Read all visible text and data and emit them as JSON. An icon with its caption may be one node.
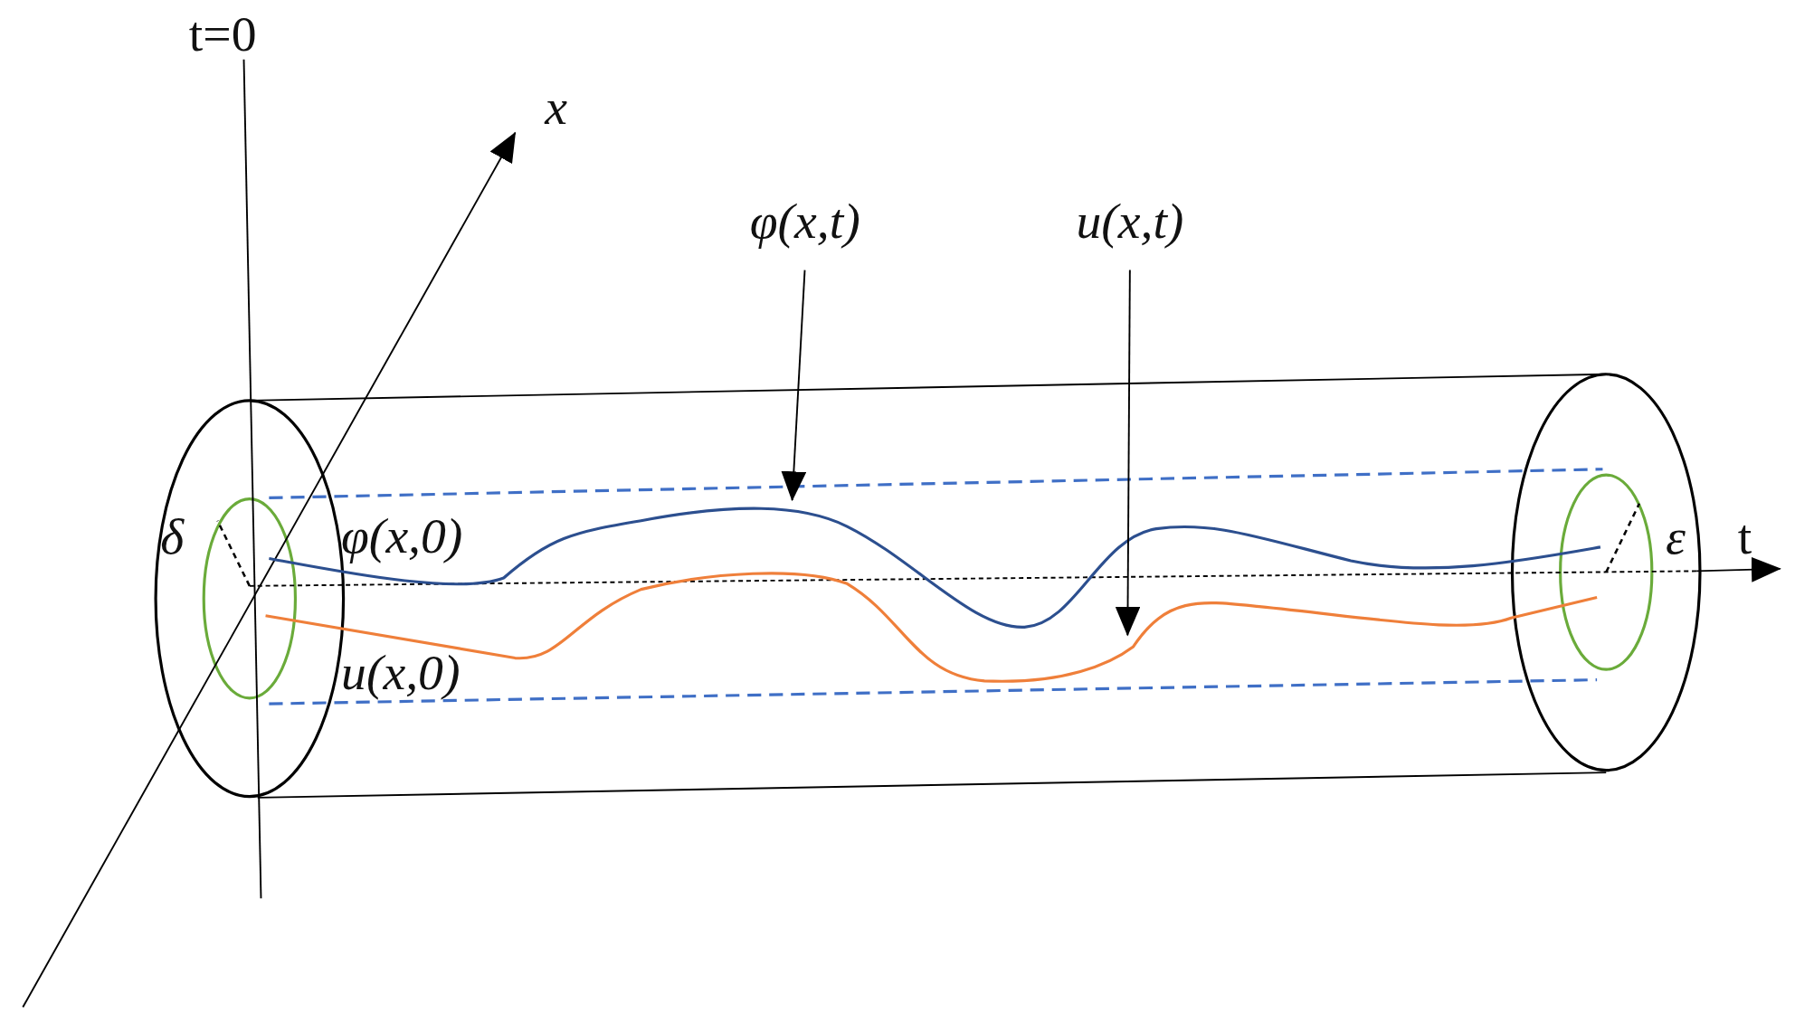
{
  "diagram": {
    "nodes": [
      {
        "text": [
          "φ(x,t)"
        ]
      },
      {
        "text": [],
        "shape": "curve"
      },
      {
        "text": [
          "u(x,t)"
        ]
      },
      {
        "text": [],
        "shape": "curve"
      }
    ],
    "edges": [
      {
        "from": 0,
        "to": 1,
        "arrow": "to"
      },
      {
        "from": 2,
        "to": 3,
        "arrow": "to"
      }
    ],
    "labels": [
      "t=0",
      "x",
      "δ",
      "φ(x,0)",
      "ε",
      "t",
      "u(x,0)"
    ]
  }
}
